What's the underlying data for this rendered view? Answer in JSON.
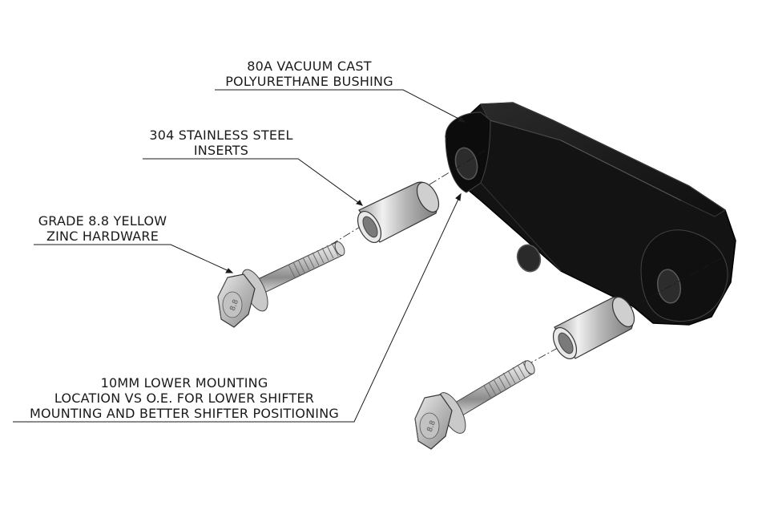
{
  "diagram": {
    "callouts": [
      {
        "id": "bushing",
        "lines": [
          "80A VACUUM CAST",
          "POLYURETHANE BUSHING"
        ]
      },
      {
        "id": "inserts",
        "lines": [
          "304 STAINLESS STEEL",
          "INSERTS"
        ]
      },
      {
        "id": "hardware",
        "lines": [
          "GRADE 8.8 YELLOW",
          "ZINC HARDWARE"
        ]
      },
      {
        "id": "mounting",
        "lines": [
          "10MM LOWER MOUNTING",
          "LOCATION VS O.E. FOR LOWER SHIFTER",
          "MOUNTING AND BETTER SHIFTER POSITIONING"
        ]
      }
    ],
    "bolt_head_marking": "8.8",
    "colors": {
      "bushing": "#141414",
      "steel_light": "#e6e6e6",
      "steel_dark": "#8a8a8a",
      "leader": "#1a1a1a"
    }
  }
}
